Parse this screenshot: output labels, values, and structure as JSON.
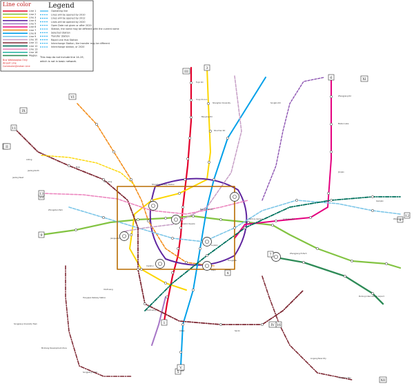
{
  "legend": {
    "line_color_title": "Line color",
    "legend_title": "Legend",
    "line_labels": [
      "Line 1",
      "Line 2",
      "Line 3",
      "Line 4",
      "Line 5",
      "Line 6",
      "Line 7",
      "Line 8",
      "Line 9",
      "Line 10",
      "Line 11",
      "Line 12",
      "Line 13",
      "Line 16",
      "Maglev"
    ],
    "line_colors": [
      "#e3002b",
      "#82c341",
      "#fcd600",
      "#5f259f",
      "#a676c6",
      "#e4007f",
      "#f38e1c",
      "#00a0e9",
      "#7cc6e8",
      "#c8a2c8",
      "#7e2a35",
      "#00715d",
      "#ec87bf",
      "#2fb7a4",
      "#2e8b57"
    ],
    "planned_labels": [
      "Bus Waibaoqiao Only",
      "Airport Line",
      "Commuter/Jinshan Line"
    ],
    "symbol_labels": [
      "Operating line",
      "Lines will be opened by 2010",
      "Lines will be opened by 2012",
      "Lines will be opened by 2020",
      "Open Date not given or after 2020",
      "Station, the name may be different with the current name",
      "Selected Station",
      "Transfer Station",
      "Rapid Line Hub Station",
      "Interchange Station, the transfer may be different",
      "Interchange station, or 2020"
    ],
    "note": "This map do not include line 14-19,  which is not in basic network."
  },
  "line_boxes": [
    "1",
    "2",
    "3",
    "4",
    "5",
    "6",
    "7",
    "8",
    "9",
    "10",
    "11",
    "11",
    "12",
    "13",
    "16"
  ],
  "roman_boxes": [
    "IX",
    "II",
    "III",
    "IV",
    "V",
    "VI",
    "XI",
    "XII"
  ],
  "stations": {
    "north": [
      "Fujin Rd",
      "Youyi Xincun",
      "Baoyang Rd",
      "Shanghai University",
      "Shuichan Rd",
      "Songbin Rd",
      "Zhangjiang Rd",
      "Meilan Lake"
    ],
    "west": [
      "Anting",
      "Jiading North",
      "Jiading West",
      "Malu",
      "Nanxiang",
      "Jiangsu Rd",
      "Xinzhuang",
      "Hongqiao Railway Station",
      "Songjiang University Town",
      "Zhongshan Park"
    ],
    "center": [
      "People's Square",
      "Lujiazui",
      "Century Avenue",
      "Xujiahui",
      "Shanghai Railway Station",
      "Nanjing Rd (E)",
      "Expo",
      "Dongjiadu"
    ],
    "east": [
      "Pudong International Airport",
      "Longyang Rd",
      "Zhangjiang Hi-Tech",
      "Jinqiao",
      "Gaoqiao",
      "Waigaoqiao"
    ],
    "south": [
      "Minhang Development Zone",
      "Songjiang South",
      "Lingang New City",
      "Hangzhou Bay",
      "Xinzhuang",
      "Qibao",
      "Sanlin"
    ]
  }
}
